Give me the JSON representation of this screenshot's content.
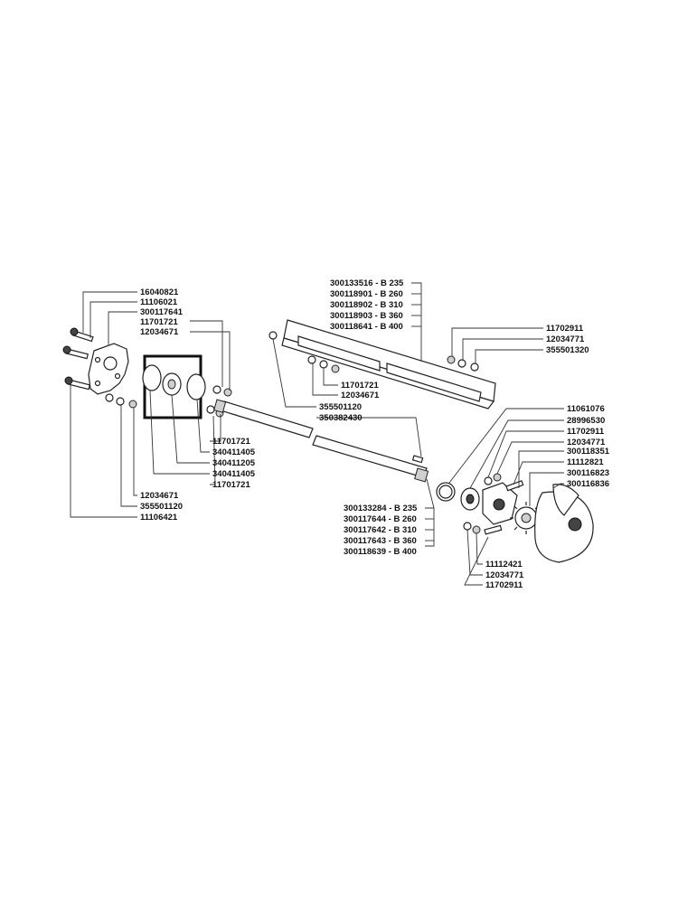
{
  "labels": {
    "group_left": [
      "16040821",
      "11106021",
      "300117641",
      "11701721",
      "12034671"
    ],
    "group_beam": [
      "300133516 - B 235",
      "300118901 - B 260",
      "300118902 - B 310",
      "300118903 - B 360",
      "300118641 - B 400"
    ],
    "group_right_top": [
      "11702911",
      "12034771",
      "355501320"
    ],
    "group_mid": [
      "11701721",
      "12034671",
      "355501120",
      "350382430"
    ],
    "group_bottom_left": [
      "11701721",
      "340411405",
      "340411205",
      "340411405",
      "11701721",
      "12034671",
      "355501120",
      "11106421"
    ],
    "group_shaft": [
      "300133284 - B 235",
      "300117644 - B 260",
      "300117642 - B 310",
      "300117643 - B 360",
      "300118639 - B 400"
    ],
    "group_right": [
      "11061076",
      "28996530",
      "11702911",
      "12034771",
      "300118351",
      "11112821",
      "300116823",
      "300116836"
    ],
    "group_bottom_right": [
      "11112421",
      "12034771",
      "11702911"
    ]
  }
}
